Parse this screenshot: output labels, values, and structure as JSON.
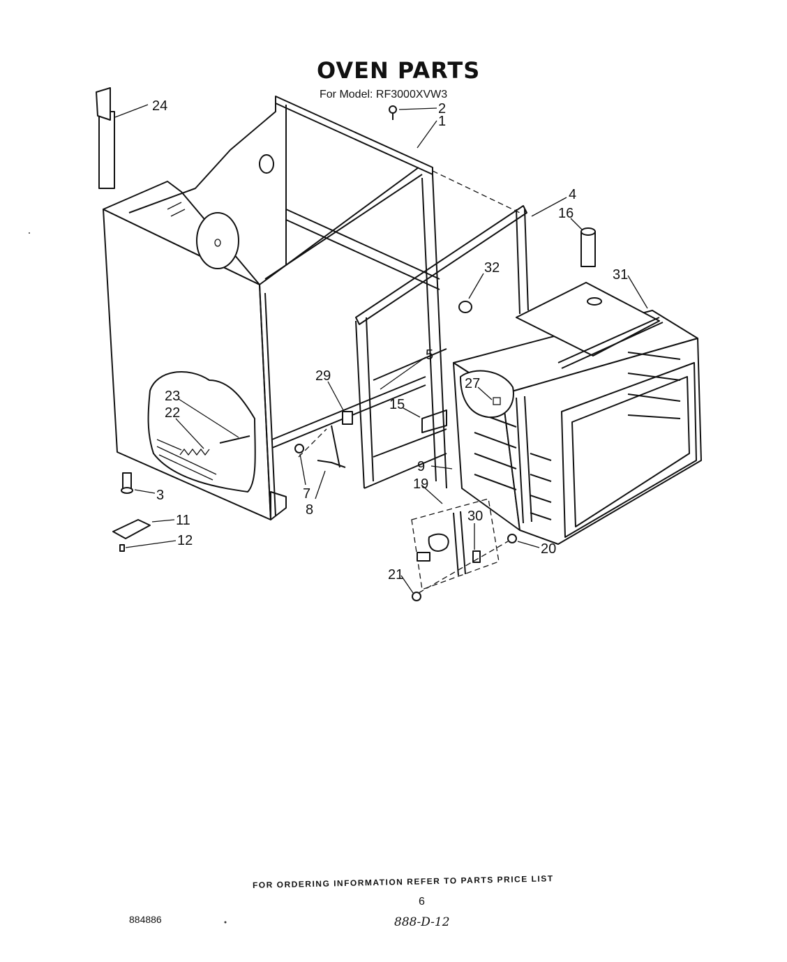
{
  "header": {
    "title": "OVEN PARTS",
    "model_line": "For Model: RF3000XVW3"
  },
  "callouts": [
    "24",
    "2",
    "1",
    "4",
    "16",
    "32",
    "31",
    "5",
    "27",
    "29",
    "15",
    "23",
    "22",
    "9",
    "3",
    "11",
    "12",
    "7",
    "8",
    "19",
    "30",
    "20",
    "21"
  ],
  "footer": {
    "ordering_note": "FOR ORDERING INFORMATION REFER TO PARTS PRICE LIST",
    "page_number": "6",
    "doc_id": "884886",
    "handwritten_ref": "888-D-12"
  }
}
